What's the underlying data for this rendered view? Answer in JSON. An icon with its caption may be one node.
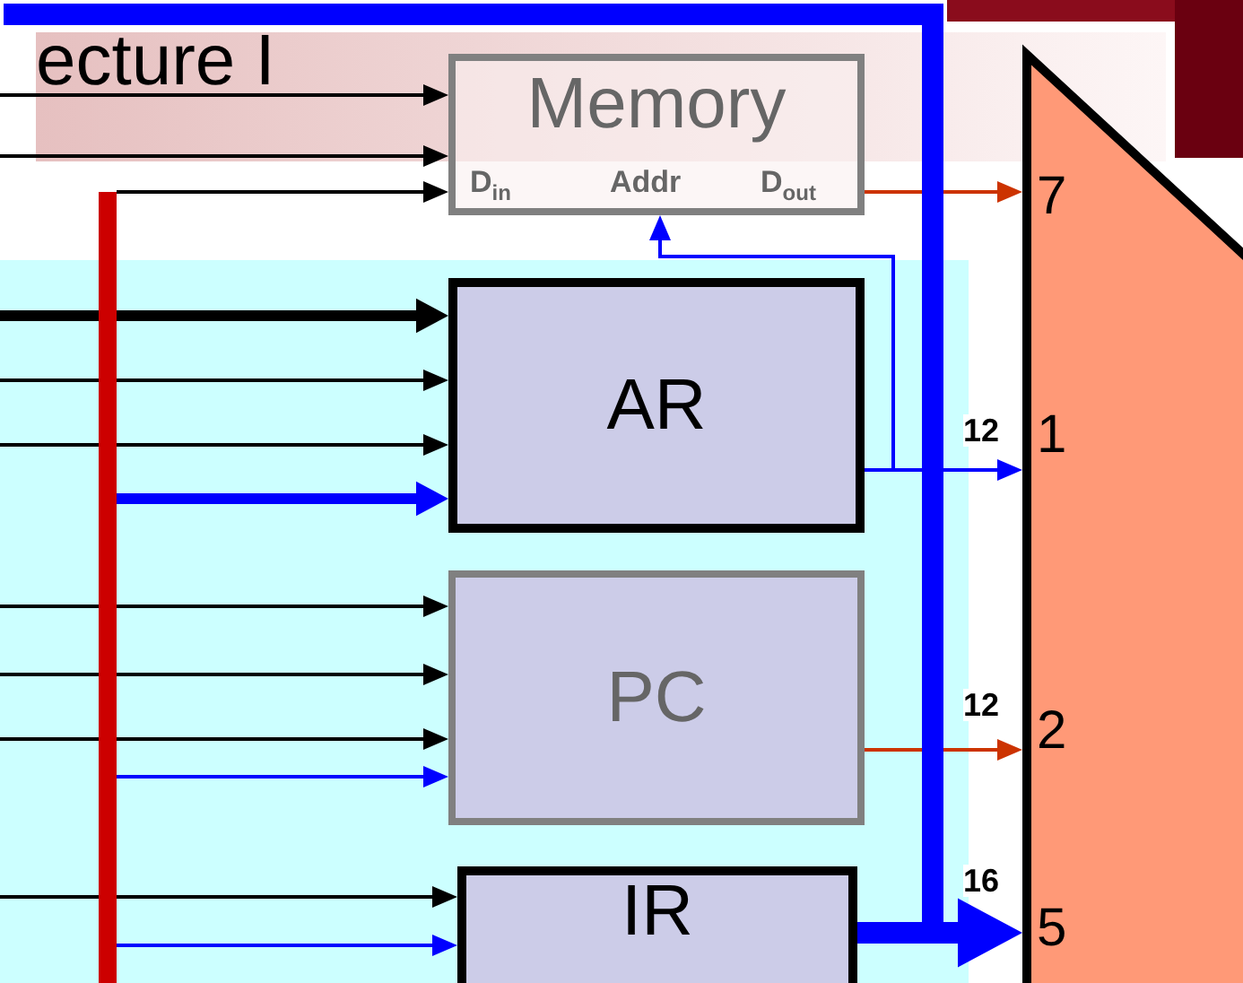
{
  "diagram": {
    "nodes": [
      {
        "text": [
          "Memory",
          "D$_{in}$",
          "Addr",
          "D$_{out}$"
        ]
      },
      {
        "text": [
          "AR"
        ]
      },
      {
        "text": [
          "PC"
        ]
      },
      {
        "text": [
          "IR"
        ]
      },
      {
        "text": [
          "7",
          "1",
          "2",
          "5"
        ]
      },
      {
        "text": [],
        "shape": "bar"
      }
    ],
    "edges": [
      {
        "from": null,
        "to": 0,
        "arrow": "to"
      },
      {
        "from": null,
        "to": 0,
        "arrow": "to"
      },
      {
        "from": 5,
        "to": 0,
        "arrow": "to"
      },
      {
        "from": 0,
        "to": 4,
        "arrow": "to",
        "color": "#cc3300"
      },
      {
        "from": 1,
        "to": 0,
        "arrow": "to",
        "color": "#0000ff"
      },
      {
        "from": 1,
        "to": 4,
        "arrow": "to",
        "color": "#0000ff",
        "label": "12"
      },
      {
        "from": null,
        "to": 1,
        "arrow": "to",
        "style": "thick"
      },
      {
        "from": null,
        "to": 1,
        "arrow": "to"
      },
      {
        "from": null,
        "to": 1,
        "arrow": "to"
      },
      {
        "from": 5,
        "to": 1,
        "arrow": "to",
        "style": "thick",
        "color": "#0000ff"
      },
      {
        "from": null,
        "to": 2,
        "arrow": "to"
      },
      {
        "from": null,
        "to": 2,
        "arrow": "to"
      },
      {
        "from": null,
        "to": 2,
        "arrow": "to"
      },
      {
        "from": 5,
        "to": 2,
        "arrow": "to",
        "color": "#0000ff"
      },
      {
        "from": 2,
        "to": 4,
        "arrow": "to",
        "color": "#cc3300",
        "label": "12"
      },
      {
        "from": null,
        "to": 3,
        "arrow": "to"
      },
      {
        "from": 5,
        "to": 3,
        "arrow": "to",
        "color": "#0000ff"
      },
      {
        "from": 3,
        "to": 4,
        "arrow": "to",
        "style": "thick",
        "color": "#0000ff",
        "label": "16"
      },
      {
        "from": 3,
        "to": null,
        "arrow": "none",
        "style": "thick",
        "color": "#0000ff"
      }
    ],
    "labels": [
      "ecture I"
    ]
  }
}
